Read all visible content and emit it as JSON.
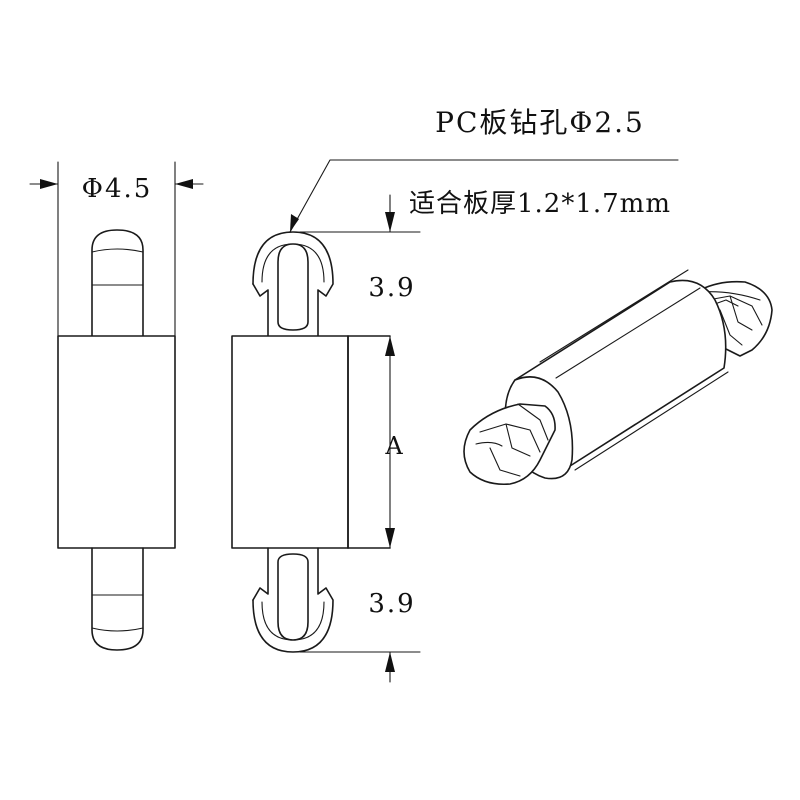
{
  "labels": {
    "diameter_outer": "Φ4.5",
    "pcb_hole": "PC板钻孔Φ2.5",
    "board_thickness": "适合板厚1.2*1.7mm",
    "top_length": "3.9",
    "body_length": "A",
    "bottom_length": "3.9"
  },
  "colors": {
    "line": "#1a1a1a",
    "background": "#ffffff"
  }
}
